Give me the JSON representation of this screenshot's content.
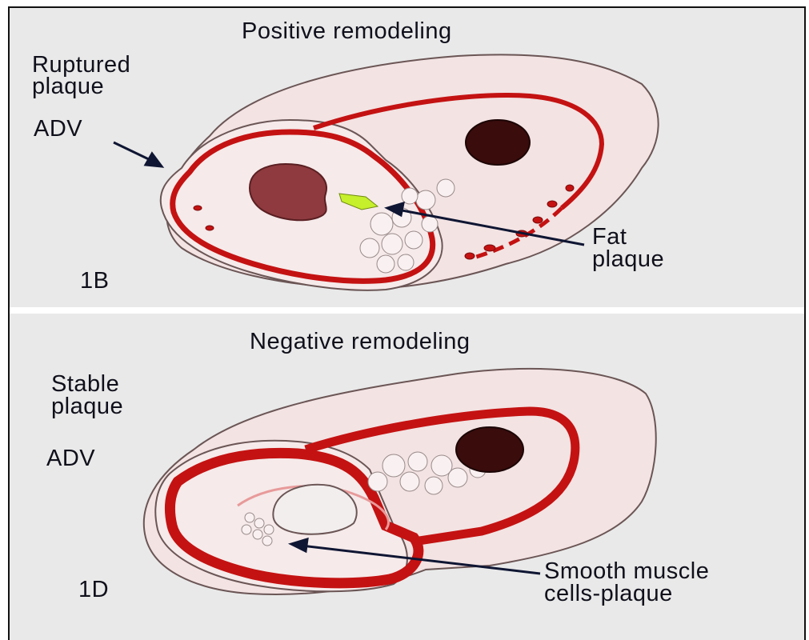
{
  "panels": {
    "top": {
      "title": "Positive remodeling",
      "type_line1": "Ruptured",
      "type_line2": "plaque",
      "adv": "ADV",
      "figure_id": "1B",
      "callout_line1": "Fat",
      "callout_line2": "plaque"
    },
    "bottom": {
      "title": "Negative remodeling",
      "type_line1": "Stable",
      "type_line2": "plaque",
      "adv": "ADV",
      "figure_id": "1D",
      "callout_line1": "Smooth muscle",
      "callout_line2": "cells-plaque"
    }
  },
  "colors": {
    "panel_bg": "#e9e9e9",
    "vessel_tissue": "#f3e3e3",
    "media_red": "#c41212",
    "thrombus": "#8e3a3e",
    "lumen_dark": "#3a0c0c",
    "fat_plaque": "#c6ef2c",
    "arrow": "#0f1633"
  }
}
